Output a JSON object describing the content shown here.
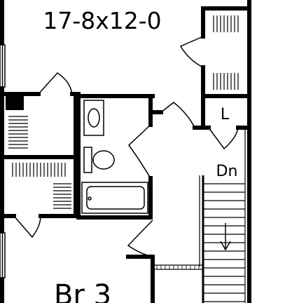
{
  "labels": {
    "room_dimensions": "17-8x12-0",
    "linen_closet": "L",
    "stair_direction": "Dn",
    "bedroom_3": "Br 3"
  },
  "colors": {
    "wall": "#000000",
    "background": "#ffffff"
  }
}
